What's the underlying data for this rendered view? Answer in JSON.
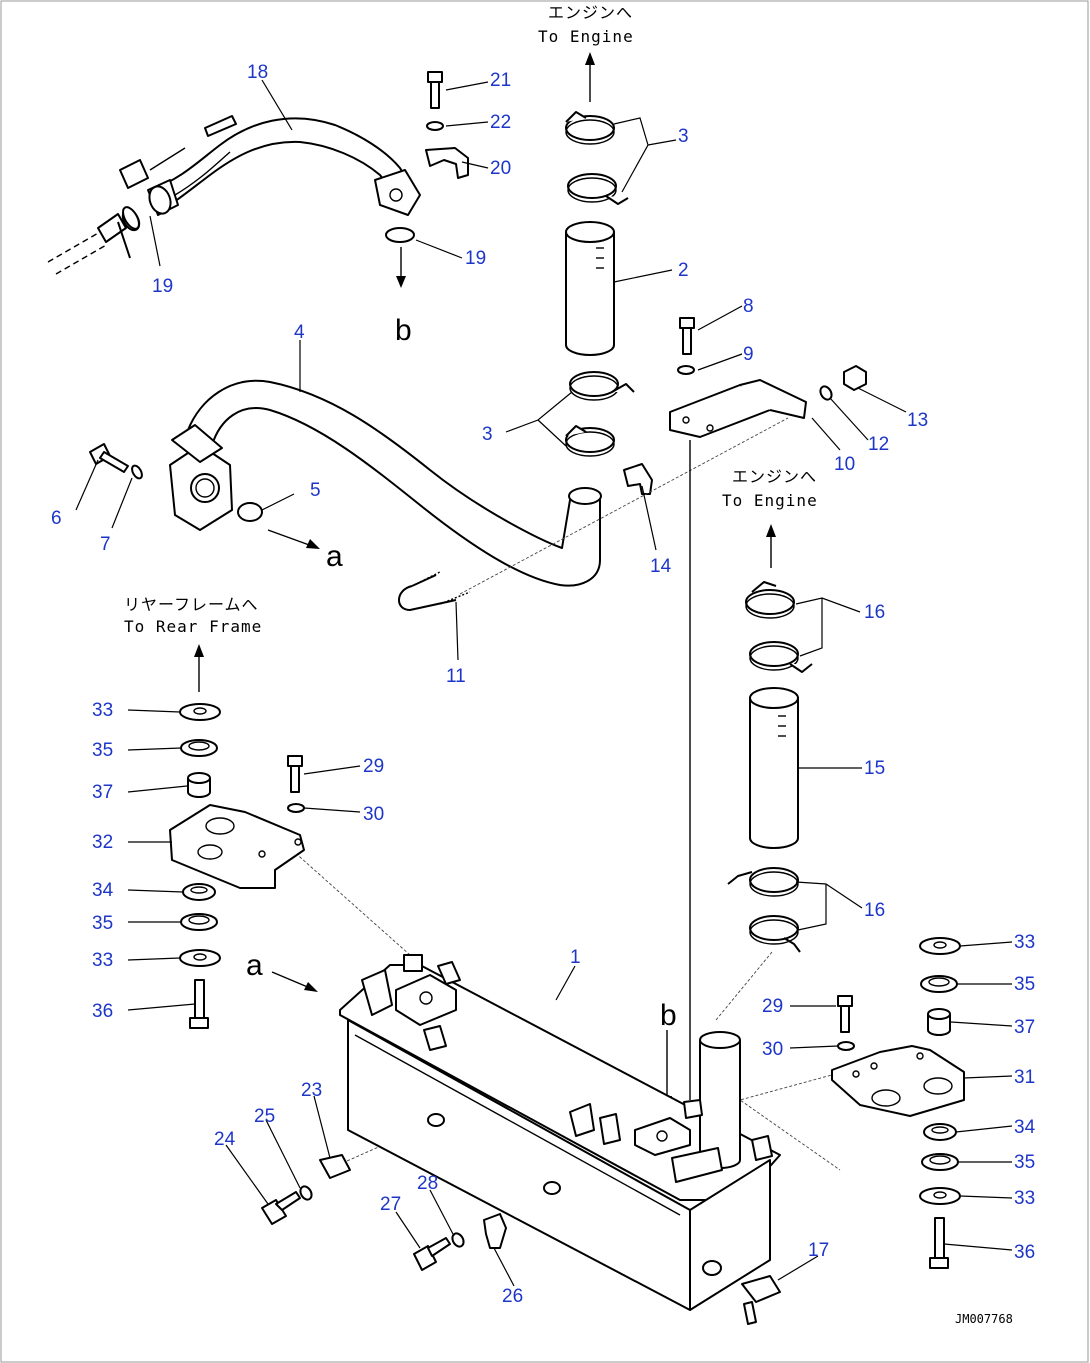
{
  "notes": {
    "to_engine_jp": "エンジンへ",
    "to_engine": "To Engine",
    "to_engine_jp_2": "エンジンへ",
    "to_engine_2": "To Engine",
    "to_rear_frame_jp": "リヤーフレームへ",
    "to_rear_frame": "To Rear Frame"
  },
  "connectors": {
    "a": "a",
    "b": "b"
  },
  "drawing_ref": "JM007768",
  "part_numbers": {
    "p1": "1",
    "p2": "2",
    "p3a": "3",
    "p3b": "3",
    "p4": "4",
    "p5": "5",
    "p6": "6",
    "p7": "7",
    "p8": "8",
    "p9": "9",
    "p10": "10",
    "p11": "11",
    "p12": "12",
    "p13": "13",
    "p14": "14",
    "p15": "15",
    "p16a": "16",
    "p16b": "16",
    "p17": "17",
    "p18": "18",
    "p19a": "19",
    "p19b": "19",
    "p20": "20",
    "p21": "21",
    "p22": "22",
    "p23": "23",
    "p24": "24",
    "p25": "25",
    "p26": "26",
    "p27": "27",
    "p28": "28",
    "p29a": "29",
    "p29b": "29",
    "p30a": "30",
    "p30b": "30",
    "p31": "31",
    "p32": "32",
    "p33a": "33",
    "p33b": "33",
    "p33c": "33",
    "p33d": "33",
    "p34a": "34",
    "p34b": "34",
    "p35a": "35",
    "p35b": "35",
    "p35c": "35",
    "p35d": "35",
    "p36a": "36",
    "p36b": "36",
    "p37a": "37",
    "p37b": "37"
  }
}
